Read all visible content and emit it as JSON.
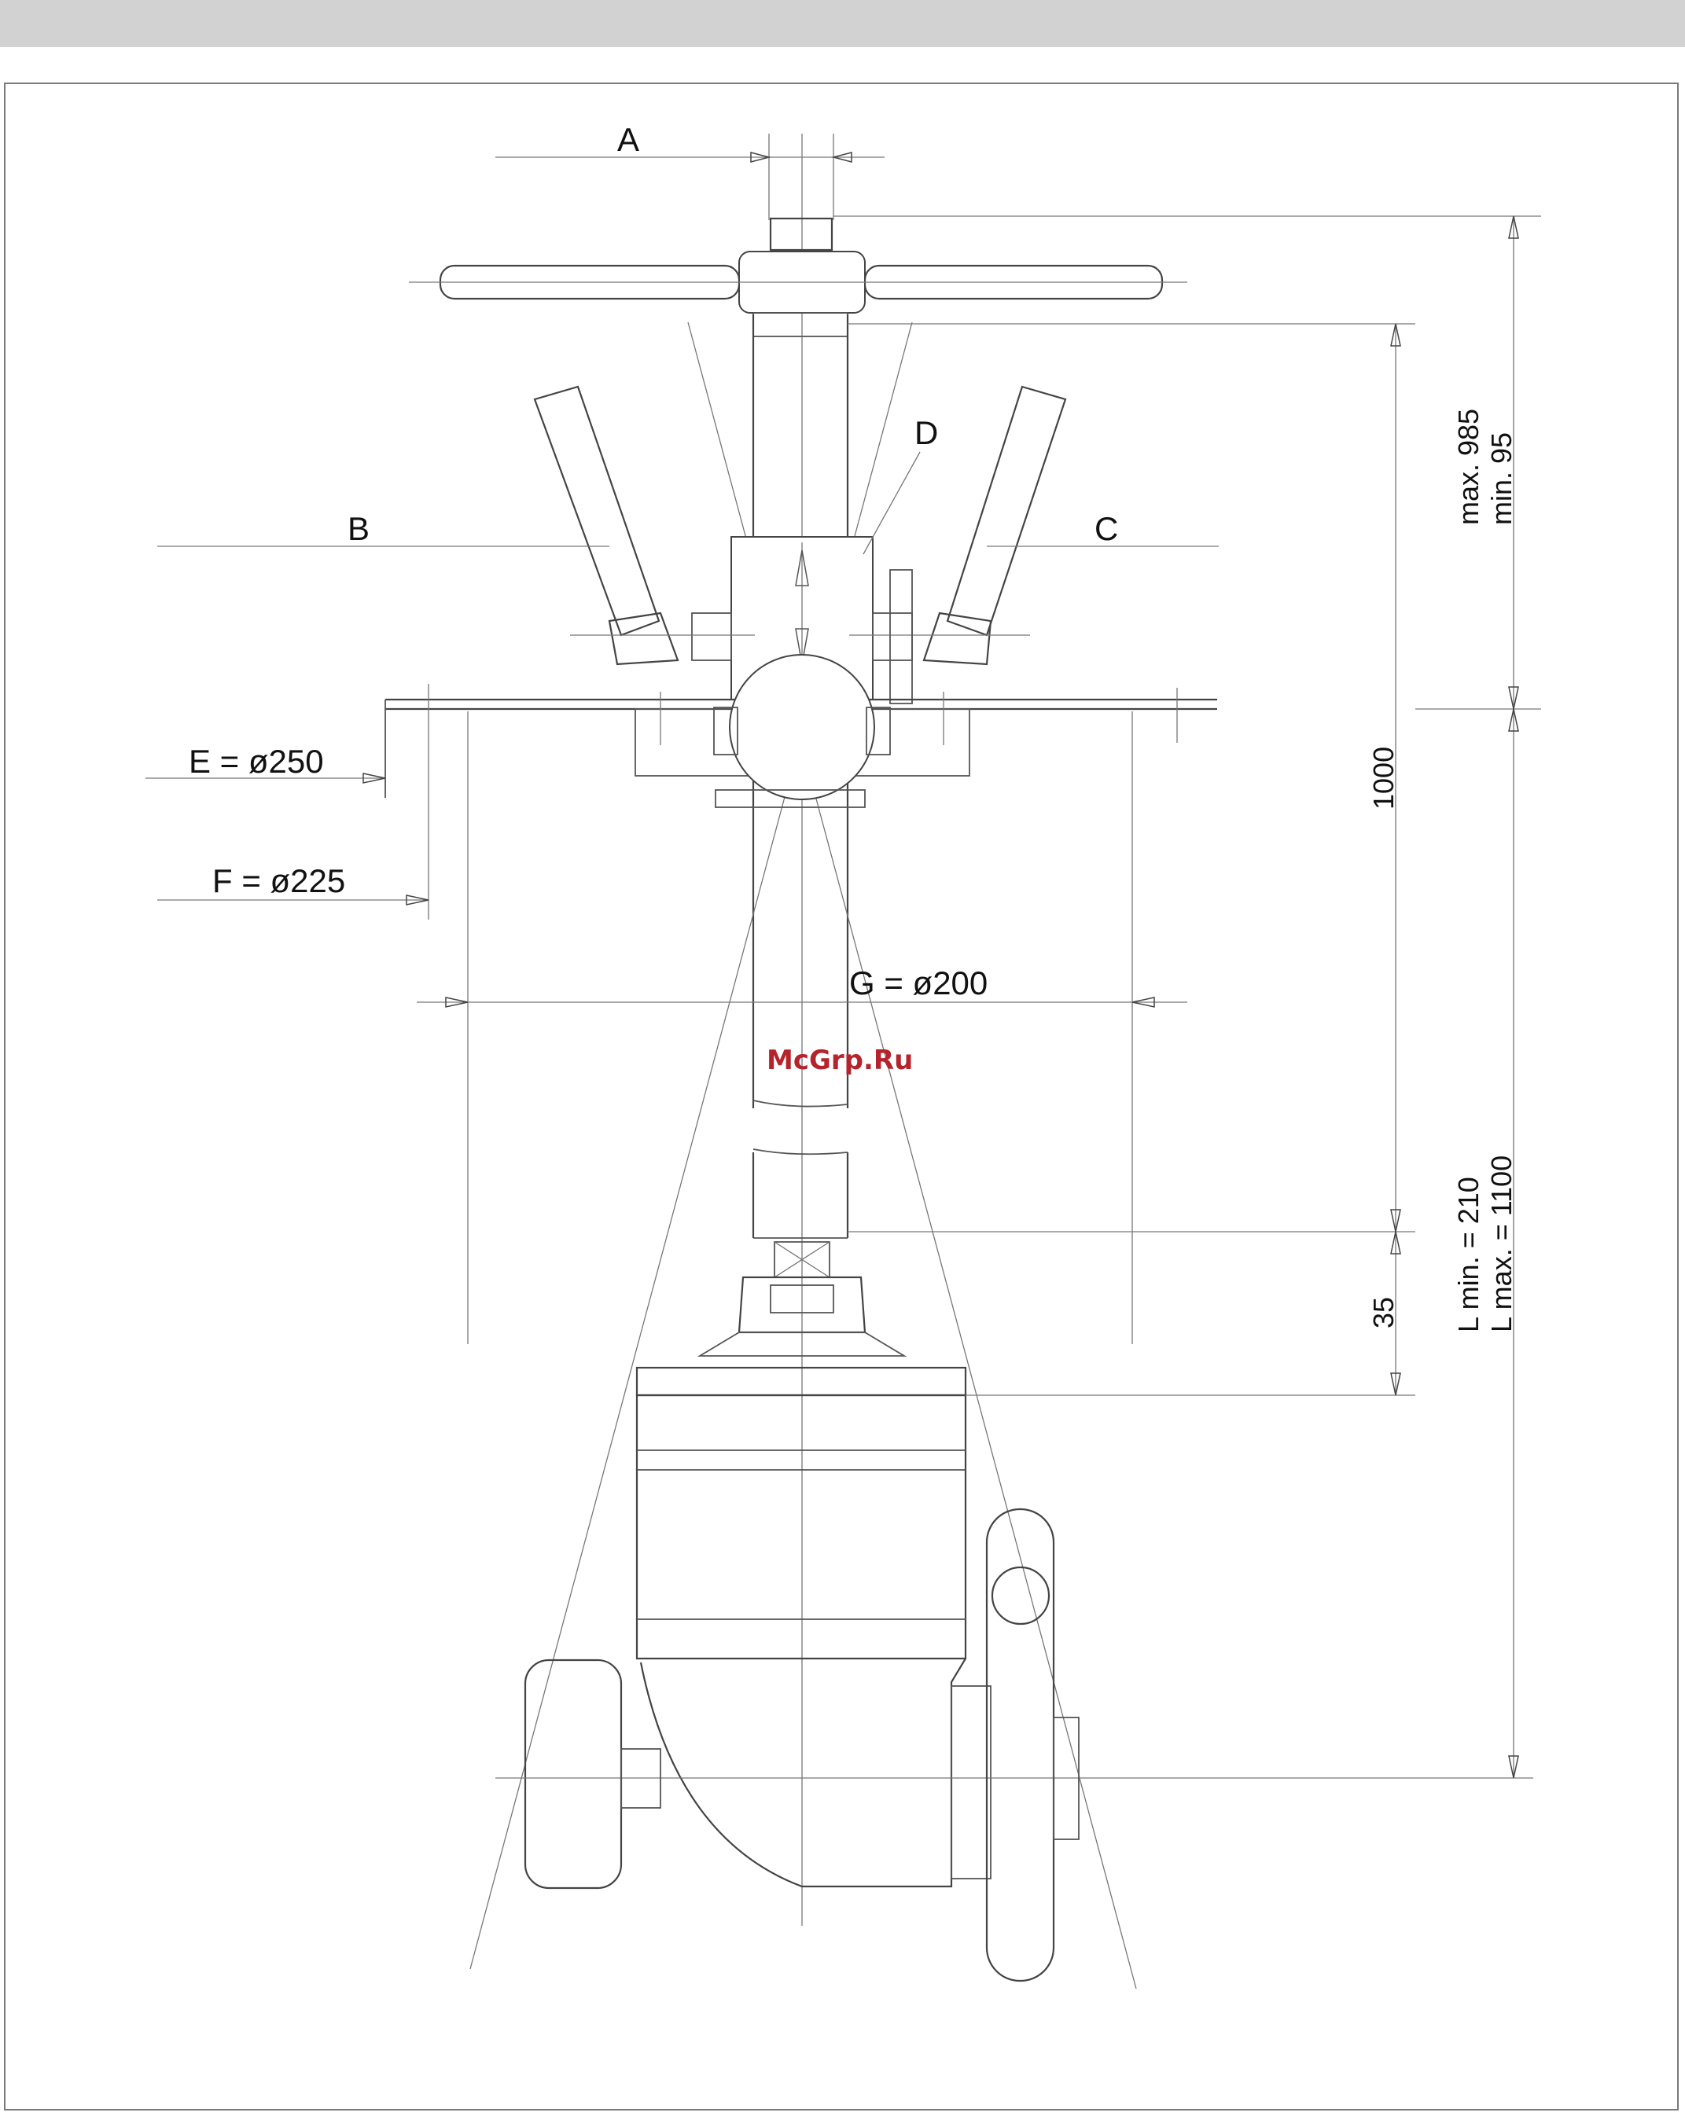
{
  "labels": {
    "a": "A",
    "b": "B",
    "c": "C",
    "d": "D",
    "e": "E = ø250",
    "f": "F = ø225",
    "g": "G = ø200"
  },
  "dimensions": {
    "max": "max. 985",
    "min": "min. 95",
    "d1000": "1000",
    "d35": "35",
    "lmin": "L min. = 210",
    "lmax": "L max. = 1100"
  },
  "watermark": "McGrp.Ru"
}
